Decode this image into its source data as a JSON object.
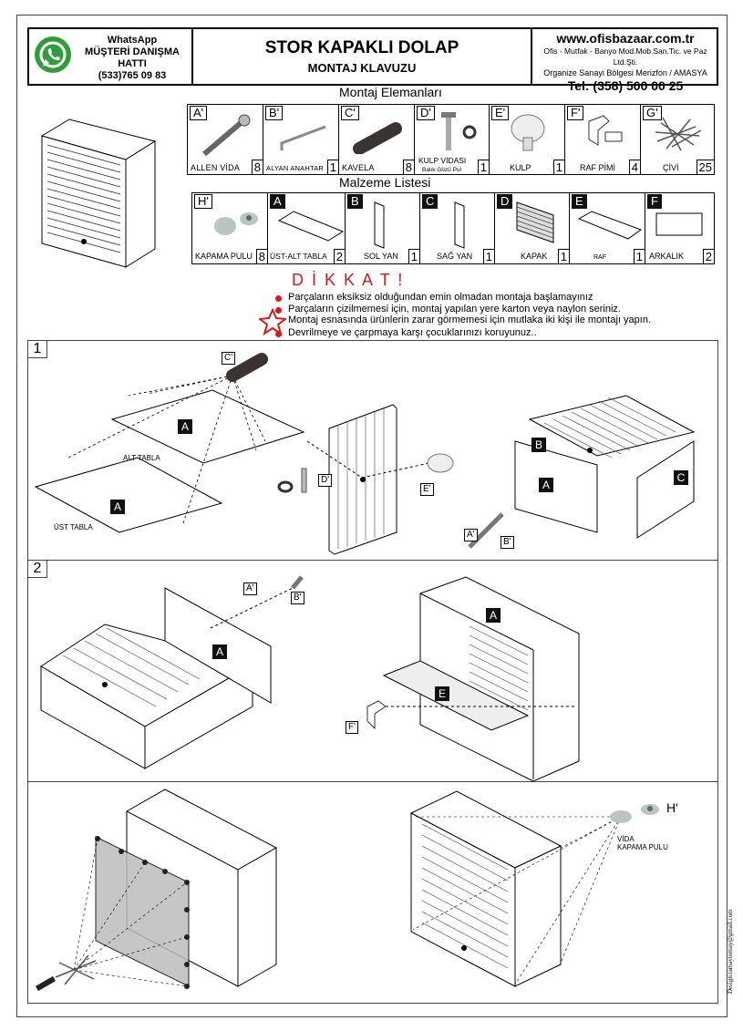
{
  "header": {
    "whatsapp": "WhatsApp",
    "hotline": "MÜŞTERİ DANIŞMA HATTI",
    "phone": "(533)765 09 83",
    "title": "STOR KAPAKLI DOLAP",
    "subtitle": "MONTAJ KLAVUZU",
    "website": "www.ofisbazaar.com.tr",
    "company": "Ofis - Mutfak - Banyo Mod.Mob.San.Tic. ve Paz Ltd.Şti.",
    "address": "Organize Sanayi Bölgesi Merizfon / AMASYA",
    "tel": "Tel: (358) 500 00 25"
  },
  "hardware": {
    "title": "Montaj Elemanları",
    "items": [
      {
        "code": "A'",
        "name": "ALLEN VİDA",
        "qty": "8",
        "icon": "allen-screw-icon"
      },
      {
        "code": "B'",
        "name": "ALYAN ANAHTAR",
        "qty": "1",
        "icon": "allen-key-icon"
      },
      {
        "code": "C'",
        "name": "KAVELA",
        "qty": "8",
        "icon": "dowel-icon"
      },
      {
        "code": "D'",
        "name": "KULP VİDASI",
        "sub": "Balık Gözü Pul",
        "qty": "1",
        "icon": "handle-screw-icon"
      },
      {
        "code": "E'",
        "name": "KULP",
        "qty": "1",
        "icon": "knob-icon"
      },
      {
        "code": "F'",
        "name": "RAF PİMİ",
        "qty": "4",
        "icon": "shelf-pin-icon"
      },
      {
        "code": "G'",
        "name": "ÇİVİ",
        "qty": "25",
        "icon": "nails-icon"
      }
    ]
  },
  "materials": {
    "title": "Malzeme Listesi",
    "items": [
      {
        "code": "H'",
        "name": "KAPAMA PULU",
        "qty": "8",
        "icon": "cover-cap-icon",
        "dark": false
      },
      {
        "code": "A",
        "name": "ÜST-ALT TABLA",
        "qty": "2",
        "icon": "top-panel-icon",
        "dark": true
      },
      {
        "code": "B",
        "name": "SOL YAN",
        "qty": "1",
        "icon": "left-side-icon",
        "dark": true
      },
      {
        "code": "C",
        "name": "SAĞ YAN",
        "qty": "1",
        "icon": "right-side-icon",
        "dark": true
      },
      {
        "code": "D",
        "name": "KAPAK",
        "qty": "1",
        "icon": "shutter-door-icon",
        "dark": true
      },
      {
        "code": "E",
        "name": "RAF",
        "qty": "1",
        "icon": "shelf-icon",
        "dark": true
      },
      {
        "code": "F",
        "name": "ARKALIK",
        "qty": "2",
        "icon": "back-panel-icon",
        "dark": true
      }
    ]
  },
  "warning": {
    "title": "D İ K K A T !",
    "lines": [
      "Parçaların eksiksiz olduğundan emin olmadan montaja başlamayınız",
      "Parçaların çizilmemesi için, montaj yapılan yere karton veya naylon seriniz.",
      "Montaj esnasında  ürünlerin zarar görmemesi için mutlaka iki kişi ile montajı yapın.",
      "Devrilmeye ve çarpmaya karşı çocuklarınızı koruyunuz.."
    ]
  },
  "steps": {
    "s1": "1",
    "s2": "2",
    "alt_tabla": "ALT TABLA",
    "ust_tabla": "ÜST TABLA",
    "vida_kapama": "VİDA\nKAPAMA PULU",
    "labels": {
      "a": "A",
      "b": "B",
      "c": "C",
      "e": "E",
      "a1": "A'",
      "b1": "B'",
      "c1": "C'",
      "d1": "D'",
      "e1": "E'",
      "f1": "F'",
      "h1": "H'"
    }
  },
  "credit": "Design:tamaytomay@gmail.com",
  "colors": {
    "accent_red": "#d01c1c",
    "whatsapp_green": "#2e9e3a"
  }
}
